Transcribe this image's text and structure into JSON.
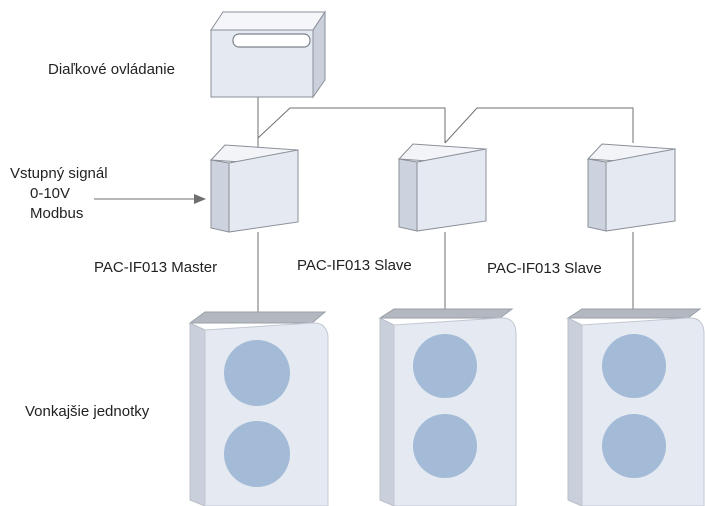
{
  "labels": {
    "remote_control": "Diaľkové ovládanie",
    "input_signal": "Vstupný signál",
    "input_range": "0-10V",
    "input_protocol": "Modbus",
    "master_controller": "PAC-IF013 Master",
    "slave_controller_1": "PAC-IF013 Slave",
    "slave_controller_2": "PAC-IF013 Slave",
    "outdoor_units": "Vonkajšie jednotky"
  },
  "colors": {
    "unit_fill": "#e4e9f2",
    "unit_side": "#c9d0dc",
    "unit_stroke": "#8a8f98",
    "fan_fill": "#a3bbd6",
    "outdoor_top": "#b3b8c0",
    "line": "#6f6f6f"
  }
}
